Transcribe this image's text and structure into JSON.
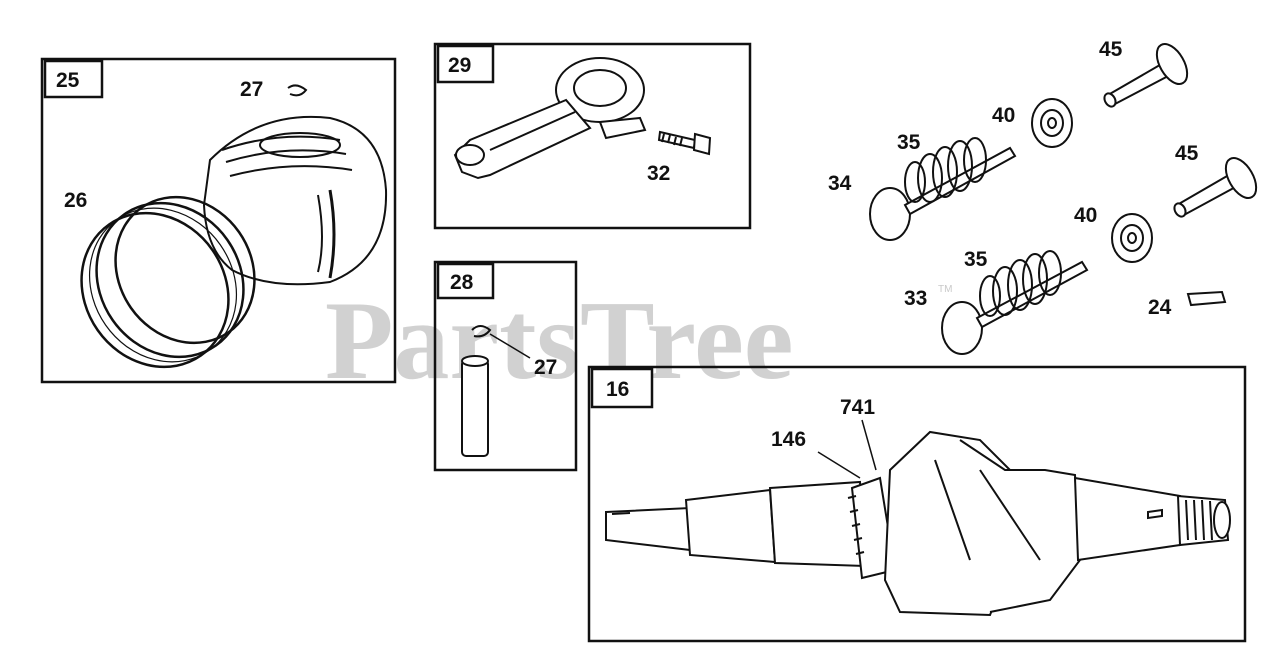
{
  "watermark": {
    "text": "PartsTree",
    "tm": "TM"
  },
  "boxes": {
    "b25": {
      "label": "25"
    },
    "b29": {
      "label": "29"
    },
    "b28": {
      "label": "28"
    },
    "b16": {
      "label": "16"
    }
  },
  "callouts": {
    "c27a": "27",
    "c26": "26",
    "c32": "32",
    "c27b": "27",
    "c45a": "45",
    "c40a": "40",
    "c35a": "35",
    "c34": "34",
    "c45b": "45",
    "c40b": "40",
    "c35b": "35",
    "c33": "33",
    "c24": "24",
    "c741": "741",
    "c146": "146"
  },
  "colors": {
    "ink": "#111111",
    "watermark": "#c9c9c9",
    "background": "#ffffff"
  }
}
